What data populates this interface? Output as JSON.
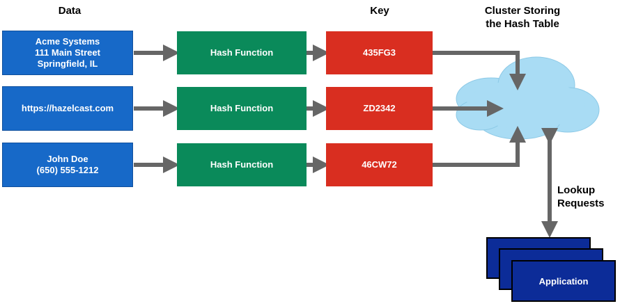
{
  "headers": {
    "data": "Data",
    "key": "Key",
    "cluster_line1": "Cluster Storing",
    "cluster_line2": "the Hash Table",
    "lookup_line1": "Lookup",
    "lookup_line2": "Requests"
  },
  "rows": [
    {
      "data_lines": [
        "Acme Systems",
        "111 Main Street",
        "Springfield, IL"
      ],
      "hash_label": "Hash Function",
      "key": "435FG3"
    },
    {
      "data_lines": [
        "https://hazelcast.com"
      ],
      "hash_label": "Hash Function",
      "key": "ZD2342"
    },
    {
      "data_lines": [
        "John Doe",
        "(650) 555-1212"
      ],
      "hash_label": "Hash Function",
      "key": "46CW72"
    }
  ],
  "application_label": "Application",
  "colors": {
    "data_box": "#1769c8",
    "hash_box": "#0a8a5a",
    "key_box": "#d92e20",
    "arrow": "#666666",
    "cloud": "#a9dcf4",
    "application": "#0c2c98"
  }
}
